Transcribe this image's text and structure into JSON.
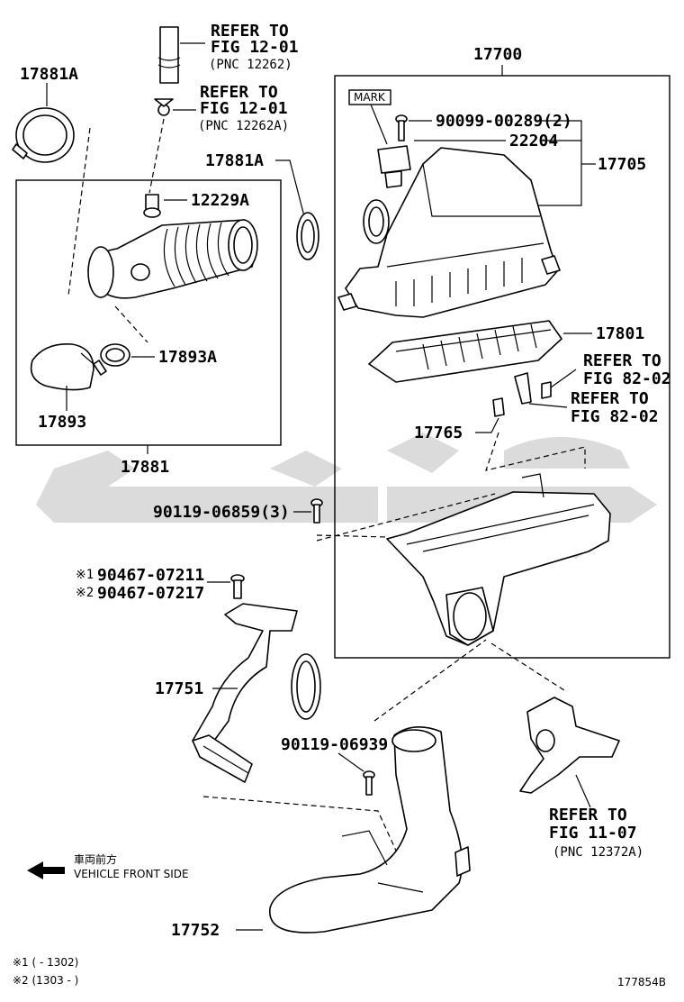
{
  "labels": {
    "p17881A_top": "17881A",
    "refer1_l1": "REFER TO",
    "refer1_l2": "FIG 12-01",
    "refer1_l3": "(PNC 12262)",
    "refer2_l1": "REFER TO",
    "refer2_l2": "FIG 12-01",
    "refer2_l3": "(PNC 12262A)",
    "p17700": "17700",
    "mark": "MARK",
    "p90099": "90099-00289(2)",
    "p22204": "22204",
    "p17705": "17705",
    "p17881A_mid": "17881A",
    "p12229A": "12229A",
    "p17893A": "17893A",
    "p17893": "17893",
    "p17881": "17881",
    "p17801": "17801",
    "refer3_l1": "REFER TO",
    "refer3_l2": "FIG 82-02",
    "refer4_l1": "REFER TO",
    "refer4_l2": "FIG 82-02",
    "p17765": "17765",
    "p90119_a": "90119-06859(3)",
    "n1_mark": "※1",
    "p90467_1": "90467-07211",
    "n2_mark": "※2",
    "p90467_2": "90467-07217",
    "p17751": "17751",
    "p90119_b": "90119-06939",
    "refer5_l1": "REFER TO",
    "refer5_l2": "FIG 11-07",
    "refer5_l3": "(PNC 12372A)",
    "front_jp": "車両前方",
    "front_en": "VEHICLE FRONT SIDE",
    "p17752": "17752",
    "foot1": "※1 (      - 1302)",
    "foot2": "※2 (1303 -      )",
    "fig_id": "177854B"
  },
  "colors": {
    "line": "#000000",
    "watermark": "#cfcfcf",
    "background": "#ffffff"
  },
  "icons": {
    "front_arrow": "arrow-left-icon"
  }
}
